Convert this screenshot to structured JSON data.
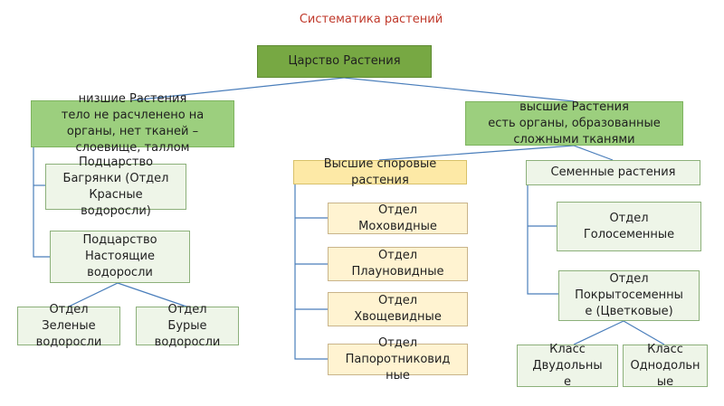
{
  "title": "Систематика растений",
  "nodes": {
    "kingdom": "Царство Растения",
    "lower": "низшие Растения\nтело не расчленено на\nорганы, нет тканей –\nслоевище, таллом",
    "higher": "высшие Растения\nесть органы, образованные\nсложными тканями",
    "red_algae": "Подцарство\nБагрянки (Отдел\nКрасные\nводоросли)",
    "true_algae": "Подцарство\nНастоящие\nводоросли",
    "green_algae": "Отдел\nЗеленые\nводоросли",
    "brown_algae": "Отдел\nБурые\nводоросли",
    "spore_plants": "Высшие споровые\nрастения",
    "mosses": "Отдел\nМоховидные",
    "clubmosses": "Отдел\nПлауновидные",
    "horsetails": "Отдел\nХвощевидные",
    "ferns": "Отдел\nПапоротниковид\nные",
    "seed_plants": "Семенные растения",
    "gymnosperms": "Отдел\nГолосеменные",
    "angiosperms": "Отдел\nПокрытосеменны\nе (Цветковые)",
    "dicots": "Класс\nДвудольны\nе",
    "monocots": "Класс\nОднодольн\nые"
  },
  "colors": {
    "title": "#c0392b",
    "connector": "#4a7ebb"
  }
}
